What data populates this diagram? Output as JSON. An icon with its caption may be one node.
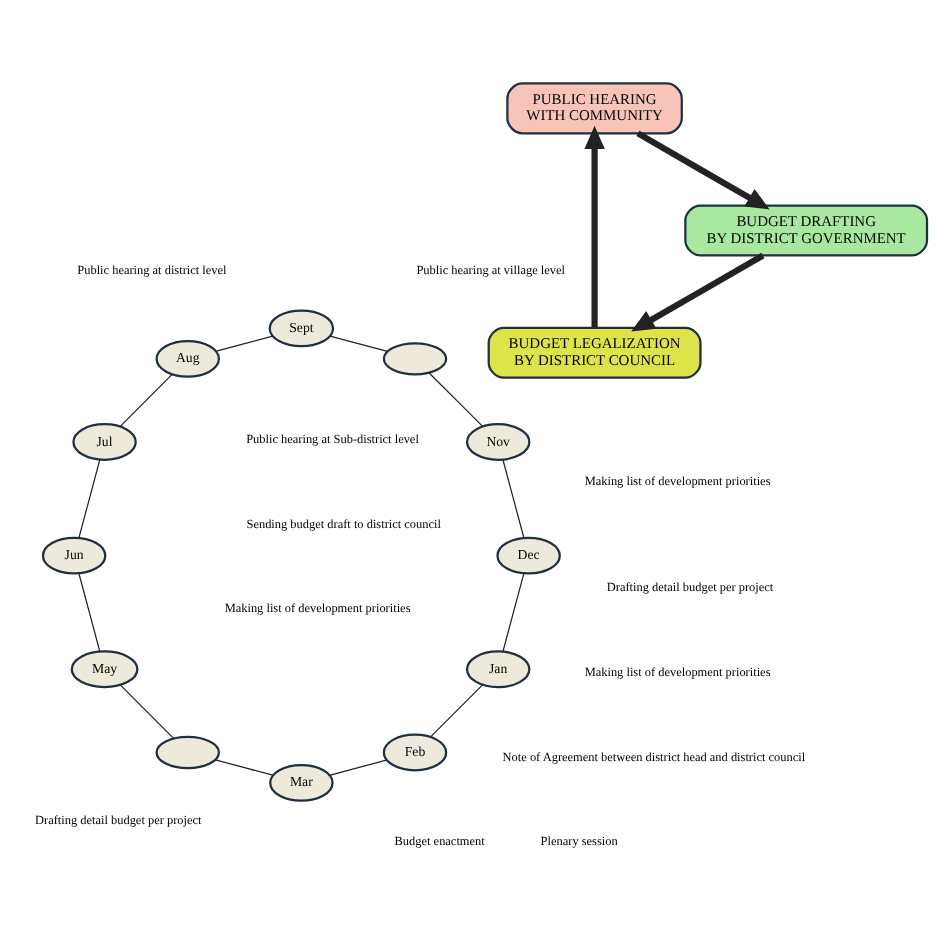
{
  "diagram": {
    "nodes": [
      {
        "text": [
          "Jan"
        ]
      },
      {
        "text": [
          "Feb"
        ]
      },
      {
        "text": [
          "Mar"
        ]
      },
      {
        "text": [],
        "shape": "ellipse"
      },
      {
        "text": [
          "May"
        ]
      },
      {
        "text": [
          "Jun"
        ]
      },
      {
        "text": [
          "Jul"
        ]
      },
      {
        "text": [
          "Aug"
        ]
      },
      {
        "text": [
          "Sept"
        ]
      },
      {
        "text": [],
        "shape": "ellipse"
      },
      {
        "text": [
          "Nov"
        ]
      },
      {
        "text": [
          "Dec"
        ]
      },
      {
        "text": [
          "BUDGET LEGALIZATION BY DISTRICT COUNCIL"
        ]
      },
      {
        "text": [
          "PUBLIC HEARING WITH COMMUNITY"
        ]
      },
      {
        "text": [
          "BUDGET DRAFTING BY DISTRICT GOVERNMENT"
        ]
      }
    ],
    "edges": [
      {
        "from": 0,
        "to": 1,
        "arrow": "none"
      },
      {
        "from": 1,
        "to": 2,
        "arrow": "none"
      },
      {
        "from": 2,
        "to": 3,
        "arrow": "none"
      },
      {
        "from": 3,
        "to": 4,
        "arrow": "none"
      },
      {
        "from": 4,
        "to": 5,
        "arrow": "none"
      },
      {
        "from": 5,
        "to": 6,
        "arrow": "none"
      },
      {
        "from": 6,
        "to": 7,
        "arrow": "none"
      },
      {
        "from": 7,
        "to": 8,
        "arrow": "none"
      },
      {
        "from": 8,
        "to": 9,
        "arrow": "none"
      },
      {
        "from": 9,
        "to": 10,
        "arrow": "none"
      },
      {
        "from": 10,
        "to": 11,
        "arrow": "none"
      },
      {
        "from": 11,
        "to": 0,
        "arrow": "none"
      },
      {
        "from": 12,
        "to": 13,
        "arrow": "to",
        "style": "thick"
      },
      {
        "from": 13,
        "to": 14,
        "arrow": "to",
        "style": "thick"
      },
      {
        "from": 14,
        "to": 12,
        "arrow": "to",
        "style": "thick"
      }
    ],
    "labels": [
      "Budget enactment",
      "Public hearing at village level",
      "Plenary session",
      "Public hearing at Sub-district level",
      "Sending budget draft to district council",
      "Public hearing at district level",
      "Drafting detail budget per project",
      "Making list of development priorities",
      "Drafting detail budget per project",
      "Making list of development priorities",
      "Note of Agreement between district head and district council",
      "Making list of development priorities"
    ]
  }
}
